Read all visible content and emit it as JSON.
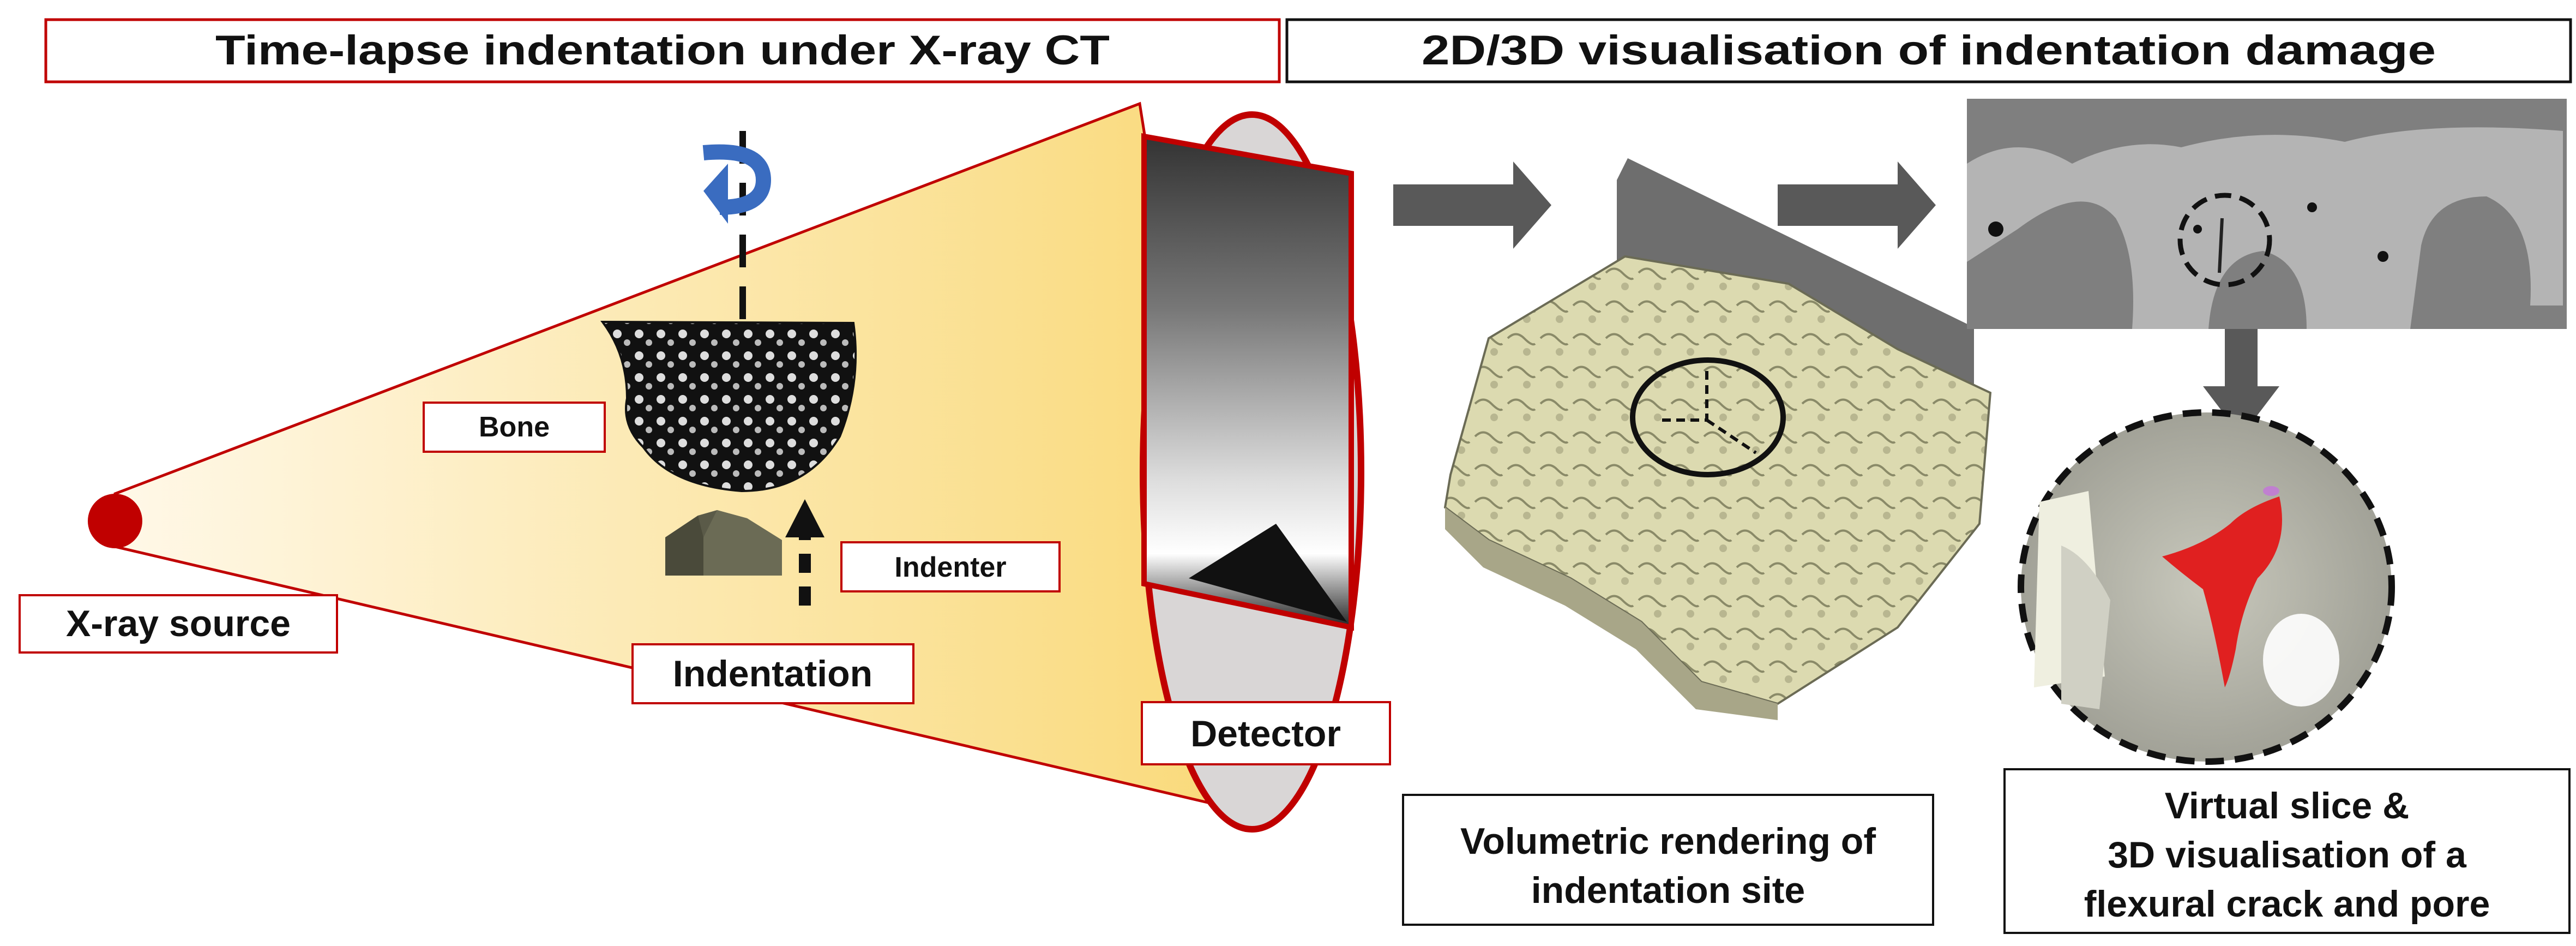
{
  "left_panel": {
    "title": "Time-lapse indentation under X-ray CT",
    "labels": {
      "bone": "Bone",
      "indenter": "Indenter",
      "xray_source": "X-ray source",
      "indentation": "Indentation",
      "detector": "Detector"
    }
  },
  "right_panel": {
    "title": "2D/3D visualisation of indentation damage",
    "labels": {
      "volumetric_line1": "Volumetric rendering of",
      "volumetric_line2": "indentation site",
      "virtual_line1": "Virtual slice &",
      "virtual_line2": "3D visualisation of a",
      "virtual_line3": "flexural crack and pore"
    }
  },
  "colors": {
    "box_border_red": "#c00000",
    "source_red": "#c00000",
    "beam_yellow": "#f9d978",
    "arrow_gray": "#595959",
    "rotation_blue": "#3a6cc0",
    "crack_red": "#e02020",
    "bone_beige": "#dcdab0"
  }
}
